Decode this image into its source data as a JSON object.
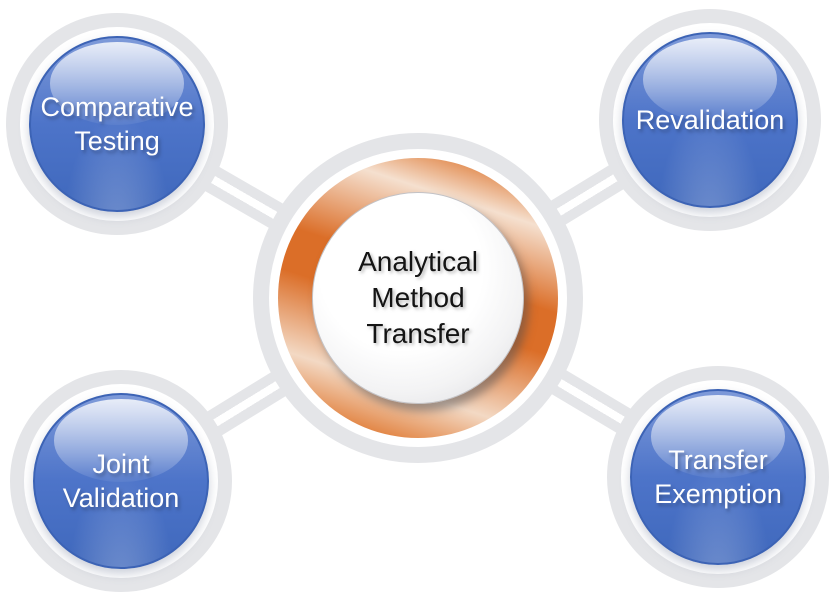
{
  "diagram": {
    "title": "Analytical Method Transfer",
    "center": {
      "lines": {
        "0": "Analytical",
        "1": "Method",
        "2": "Transfer"
      }
    },
    "nodes": {
      "comparative_testing": {
        "lines": {
          "0": "Comparative",
          "1": "Testing"
        }
      },
      "revalidation": {
        "lines": {
          "0": "Revalidation"
        }
      },
      "joint_validation": {
        "lines": {
          "0": "Joint",
          "1": "Validation"
        }
      },
      "transfer_exemption": {
        "lines": {
          "0": "Transfer",
          "1": "Exemption"
        }
      }
    },
    "colors": {
      "node_blue": "#4a72c8",
      "node_blue_border": "#3c63b5",
      "hub_orange": "#db6e28",
      "ring_gray": "#e4e5e8",
      "inner_circle_silver": "#f3f3f4",
      "center_text": "#141414",
      "node_text": "#ffffff",
      "background": "#ffffff"
    }
  }
}
